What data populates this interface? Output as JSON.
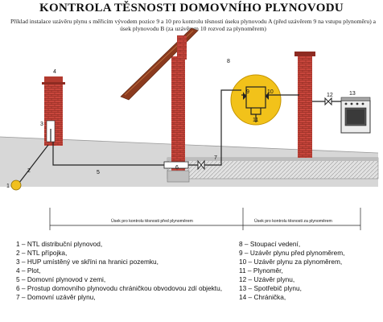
{
  "title": "KONTROLA TĚSNOSTI DOMOVNÍHO PLYNOVODU",
  "subtitle": "Příklad instalace uzávěru plynu s měřicím vývodem pozice 9 a 10 pro kontrolu těsnosti úseku plynovodu A (před uzávěrem 9 na vstupu plynoměru) a úsek plynovodu B (za uzávěrem 10 rozvod za plynoměrem)",
  "number_labels": [
    "1",
    "2",
    "3",
    "4",
    "5",
    "6",
    "7",
    "8",
    "9",
    "10",
    "11",
    "12",
    "13"
  ],
  "section_labels": {
    "a": "Úsek pro kontrolu těsnosti před plynoměrem",
    "b": "Úsek pro kontrolu těsnosti za plynoměrem"
  },
  "legend": [
    {
      "num": "1",
      "text": "NTL distribuční plynovod,"
    },
    {
      "num": "2",
      "text": "NTL přípojka,"
    },
    {
      "num": "3",
      "text": "HUP umístěný ve skříni na hranici pozemku,"
    },
    {
      "num": "4",
      "text": "Plot,"
    },
    {
      "num": "5",
      "text": "Domovní plynovod v zemi,"
    },
    {
      "num": "6",
      "text": "Prostup domovního plynovodu chráničkou obvodovou zdí objektu,"
    },
    {
      "num": "7",
      "text": "Domovní uzávěr plynu,"
    },
    {
      "num": "8",
      "text": "Stoupací vedení,"
    },
    {
      "num": "9",
      "text": "Uzávěr plynu před plynoměrem,"
    },
    {
      "num": "10",
      "text": "Uzávěr plynu za plynoměrem,"
    },
    {
      "num": "11",
      "text": "Plynoměr,"
    },
    {
      "num": "12",
      "text": "Uzávěr plynu,"
    },
    {
      "num": "13",
      "text": "Spotřebič plynu,"
    },
    {
      "num": "14",
      "text": "Chránička,"
    }
  ],
  "colors": {
    "brick": "#c8463c",
    "brick_dark": "#8e2b22",
    "roof": "#8b3a1e",
    "ground": "#d9d9d9",
    "meter_circle": "#f2c21a",
    "ball": "#f0c020",
    "pipe": "#222222"
  }
}
